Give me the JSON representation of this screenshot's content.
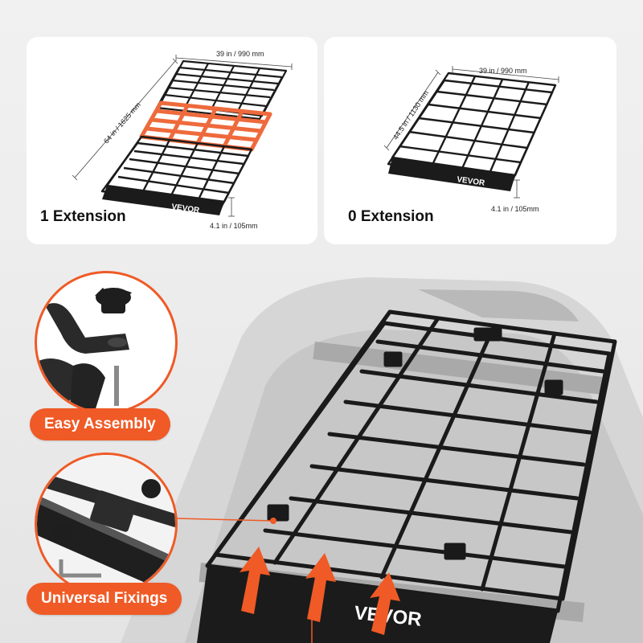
{
  "extension_1": {
    "title": "1 Extension",
    "width": "39 in / 990 mm",
    "length": "64 in / 1625 mm",
    "height": "4.1 in / 105mm"
  },
  "extension_0": {
    "title": "0 Extension",
    "width": "39 in / 990 mm",
    "length": "44.5 in / 1130 mm",
    "height": "4.1 in / 105mm"
  },
  "features": {
    "assembly_label": "Easy Assembly",
    "fixings_label": "Universal Fixings"
  },
  "brand": "VEVOR",
  "colors": {
    "accent": "#ef5a26",
    "rack": "#1b1b1b",
    "extension": "#ee6a3c",
    "card": "#ffffff"
  }
}
